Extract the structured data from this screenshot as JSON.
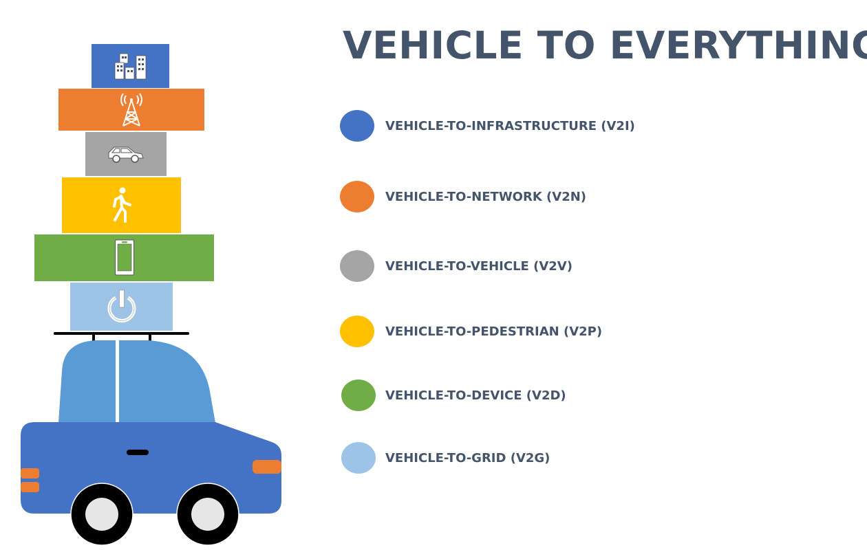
{
  "title": "VEHICLE TO EVERYTHING",
  "items": [
    {
      "label": "VEHICLE-TO-INFRASTRUCTURE (V2I)",
      "color": "#4472c4",
      "icon": "buildings-icon"
    },
    {
      "label": "VEHICLE-TO-NETWORK (V2N)",
      "color": "#ed7d31",
      "icon": "cell-tower-icon"
    },
    {
      "label": "VEHICLE-TO-VEHICLE (V2V)",
      "color": "#a5a5a5",
      "icon": "car-icon"
    },
    {
      "label": "VEHICLE-TO-PEDESTRIAN (V2P)",
      "color": "#ffc000",
      "icon": "pedestrian-icon"
    },
    {
      "label": "VEHICLE-TO-DEVICE (V2D)",
      "color": "#70ad47",
      "icon": "smartphone-icon"
    },
    {
      "label": "VEHICLE-TO-GRID (V2G)",
      "color": "#9dc3e6",
      "icon": "power-icon"
    }
  ]
}
